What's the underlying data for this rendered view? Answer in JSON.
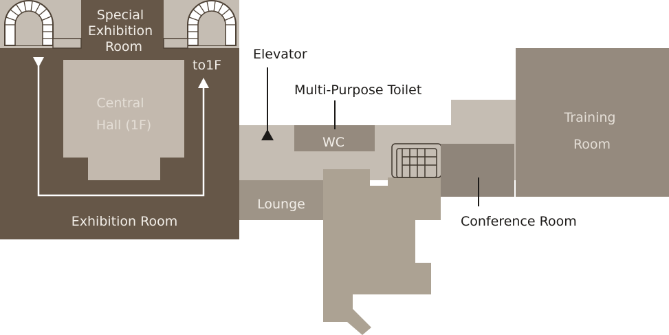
{
  "labels": {
    "special_exhibition_room": [
      "Special",
      "Exhibition",
      "Room"
    ],
    "to_1f": "to1F",
    "central_hall": [
      "Central",
      "Hall (1F)"
    ],
    "exhibition_room": "Exhibition Room",
    "elevator": "Elevator",
    "multi_purpose_toilet": "Multi-Purpose Toilet",
    "wc": "WC",
    "lounge": "Lounge",
    "training_room": [
      "Training",
      "Room"
    ],
    "conference_room": "Conference Room"
  },
  "colors": {
    "exhibition_dark": "#665748",
    "corridor_light": "#c5bdb3",
    "hall_light": "#c3b9ae",
    "lounge_mid": "#9e9487",
    "lobby_mid": "#aca293",
    "training_room": "#958a7e",
    "conference_room": "#8f857a",
    "label_dark": "#1c1a18"
  },
  "icons": [
    "spiral-staircase-icon",
    "staircase-icon",
    "elevator-marker-icon",
    "up-arrow-icon",
    "down-arrow-icon"
  ]
}
